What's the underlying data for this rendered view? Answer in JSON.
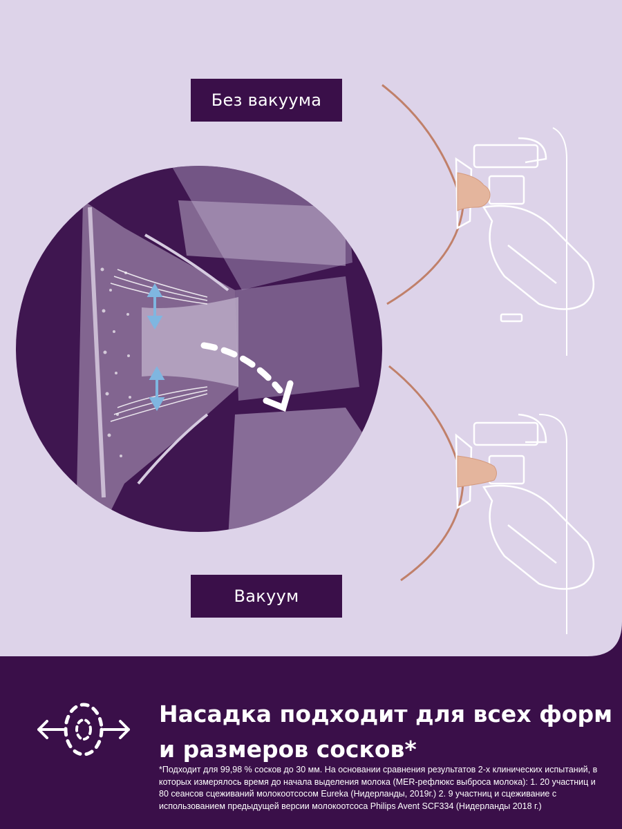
{
  "labels": {
    "no_vacuum": "Без вакуума",
    "vacuum": "Вакуум"
  },
  "feature": {
    "title_line1": "Насадка подходит для всех форм",
    "title_line2": "и размеров сосков*",
    "footnote": "*Подходит для 99,98 % сосков до 30 мм. На основании сравнения результатов 2-х клинических испытаний, в которых измерялось время до начала выделения молока (MER-рефлюкс выброса молока): 1. 20 участниц и 80 сеансов сцеживаний молокоотсосом Eureka (Нидерланды, 2019г.) 2. 9 участниц и сцеживание с использованием предыдущей версии молокоотсоса Philips Avent SCF334 (Нидерланды 2018 г.)"
  },
  "icons": {
    "nipple_fit": "nipple-fit-icon",
    "direction_arrow": "dashed-arrow-icon",
    "compression": "double-arrow-icon"
  },
  "colors": {
    "background": "#ddd3e9",
    "brand_purple": "#3a0f49",
    "circle_fill": "#3f1650",
    "skin_line": "#c0806a",
    "arrow_blue": "#7fb6e0"
  }
}
